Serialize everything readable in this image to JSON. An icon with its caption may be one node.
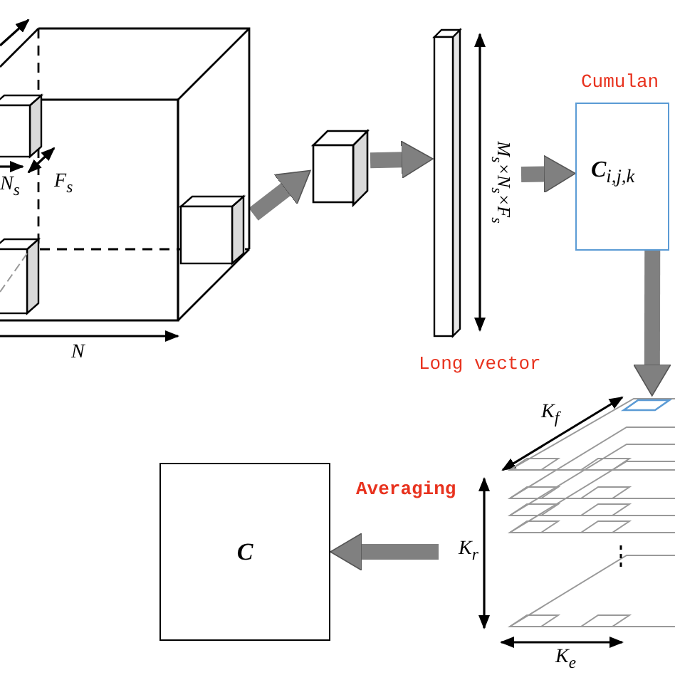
{
  "diagram": {
    "nodes": [
      {
        "text": [],
        "shape": "cube"
      },
      {
        "text": [],
        "shape": "cube"
      },
      {
        "text": [],
        "shape": "bar",
        "beside": [
          "Long vector",
          "M$_{s}$×N$_{s}$×F$_{s}$"
        ]
      },
      {
        "text": [
          "Cumulan",
          "**C**$_{i,j,k}$"
        ]
      },
      {
        "text": [],
        "shape": "stack"
      },
      {
        "text": [
          "C"
        ]
      }
    ],
    "edges": [
      {
        "from": 0,
        "to": 1,
        "arrow": "to"
      },
      {
        "from": 1,
        "to": 2,
        "arrow": "to"
      },
      {
        "from": 2,
        "to": 3,
        "arrow": "to"
      },
      {
        "from": 3,
        "to": 4,
        "arrow": "to"
      },
      {
        "from": 4,
        "to": 5,
        "arrow": "to",
        "label": "Averaging"
      }
    ],
    "labels": [
      "N$_{s}$",
      "F$_{s}$",
      "N",
      "K$_{f}$",
      "K$_{r}$",
      "K$_{e}$"
    ]
  }
}
